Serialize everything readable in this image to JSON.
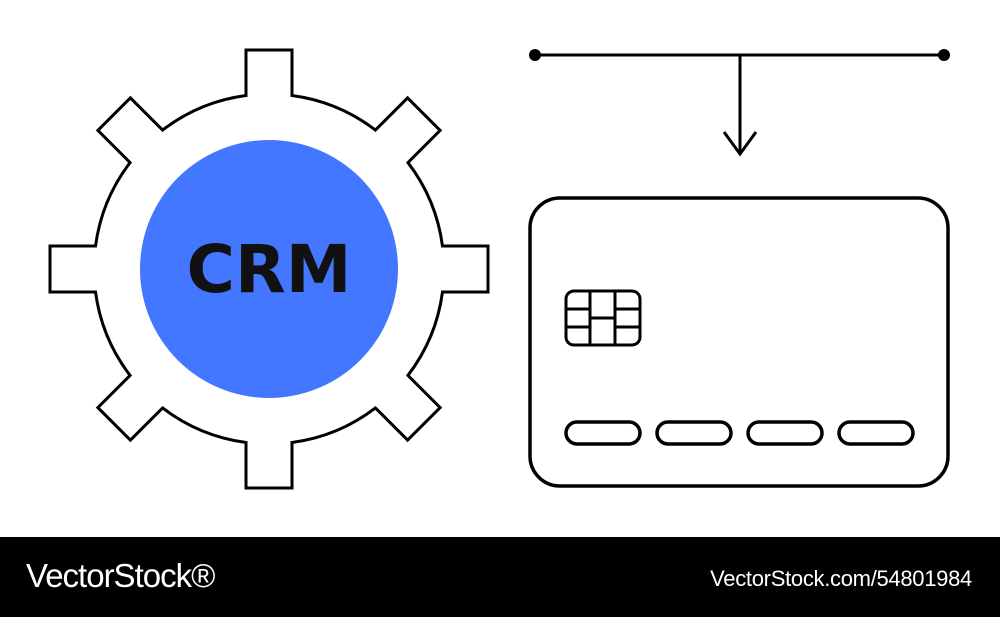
{
  "illustration": {
    "gear_label": "CRM",
    "gear_fill_color": "#4477ff",
    "stroke_color": "#000000",
    "gear_icon": "gear-icon",
    "card_icon": "credit-card-icon",
    "arrow_icon": "arrow-down-icon"
  },
  "footer": {
    "brand": "VectorStock®",
    "image_id": "VectorStock.com/54801984"
  }
}
